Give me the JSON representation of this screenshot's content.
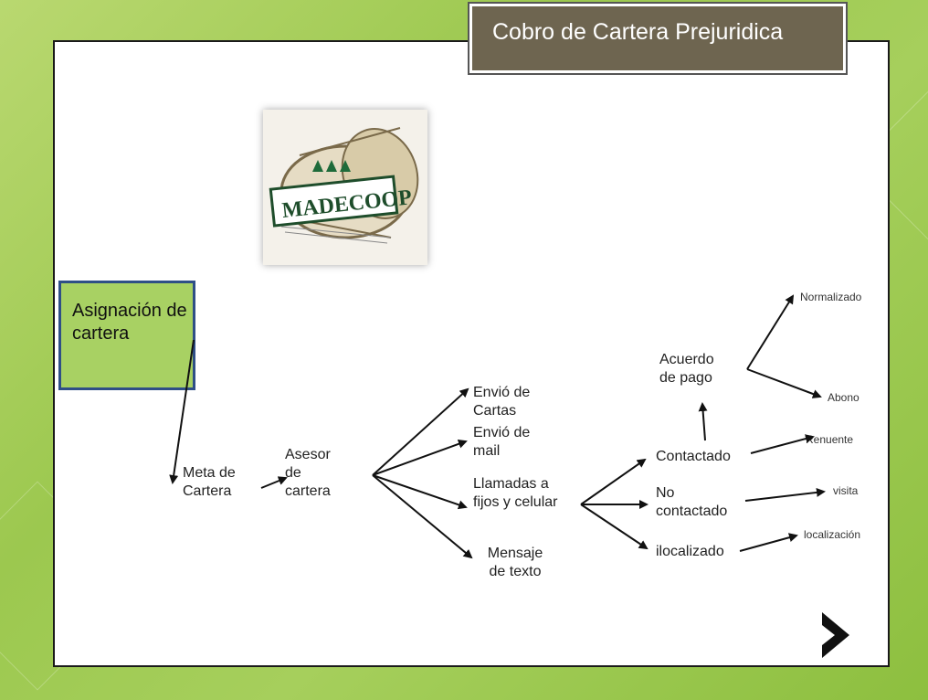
{
  "title": "Cobro de Cartera Prejuridica",
  "logo": {
    "text": "MADECOOP"
  },
  "nodes": {
    "asignacion": "Asignación de cartera",
    "meta": "Meta de Cartera",
    "asesor": "Asesor de cartera",
    "cartas": "Envió de Cartas",
    "mail": "Envió de mail",
    "llamadas": "Llamadas a fijos y celular",
    "mensaje": "Mensaje de texto",
    "contactado": "Contactado",
    "no_contactado": "No contactado",
    "ilocalizado": "ilocalizado",
    "acuerdo": "Acuerdo de pago",
    "normalizado": "Normalizado",
    "abono": "Abono",
    "renuente": "Renuente",
    "visita": "visita",
    "localizacion": "localización"
  },
  "colors": {
    "title_bg": "#6e6550",
    "box_bg": "#a8d163",
    "box_border": "#2f4f86"
  },
  "icons": {
    "next": "chevron-right-icon"
  }
}
